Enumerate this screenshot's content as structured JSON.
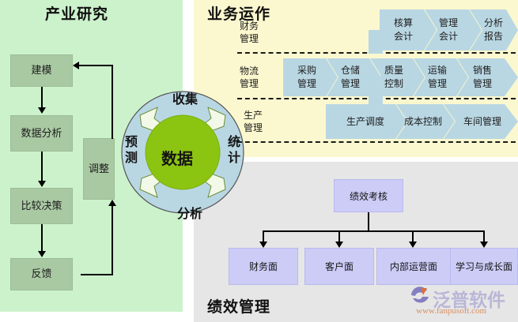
{
  "sections": {
    "industry": {
      "title": "产业研究",
      "bg": "#ccf2cc"
    },
    "business": {
      "title": "业务运作",
      "bg": "#fbf8cf"
    },
    "performance": {
      "title": "绩效管理",
      "bg": "#e6e6e6"
    }
  },
  "flow": {
    "boxes": [
      {
        "id": "model",
        "label": "建模"
      },
      {
        "id": "analysis",
        "label": "数据分析"
      },
      {
        "id": "compare",
        "label": "比较决策"
      },
      {
        "id": "feedback",
        "label": "反馈"
      }
    ],
    "adjust_label": "调整"
  },
  "cycle": {
    "center": "数据",
    "top": "收集",
    "right": "统计",
    "bottom": "分析",
    "left": "预测",
    "ring_color": "#b9d7e3",
    "core_color": "#8cc412"
  },
  "business_rows": [
    {
      "id": "finance",
      "label": "财务管理",
      "label_line1": "财务",
      "label_line2": "管理",
      "cells": [
        {
          "line1": "核算",
          "line2": "会计"
        },
        {
          "line1": "管理",
          "line2": "会计"
        },
        {
          "line1": "分析",
          "line2": "报告"
        }
      ]
    },
    {
      "id": "logistics",
      "label": "物流管理",
      "label_line1": "物流",
      "label_line2": "管理",
      "cells": [
        {
          "line1": "采购",
          "line2": "管理"
        },
        {
          "line1": "仓储",
          "line2": "管理"
        },
        {
          "line1": "质量",
          "line2": "控制"
        },
        {
          "line1": "运输",
          "line2": "管理"
        },
        {
          "line1": "销售",
          "line2": "管理"
        }
      ]
    },
    {
      "id": "production",
      "label": "生产管理",
      "label_line1": "生产",
      "label_line2": "管理",
      "cells": [
        {
          "line1": "生产调度",
          "line2": ""
        },
        {
          "line1": "成本控制",
          "line2": ""
        },
        {
          "line1": "车间管理",
          "line2": ""
        }
      ]
    }
  ],
  "performance": {
    "root": "绩效考核",
    "children": [
      {
        "label": "财务面"
      },
      {
        "label": "客户面"
      },
      {
        "label": "内部运营面"
      },
      {
        "label": "学习与成长面"
      }
    ],
    "box_color": "#ccccf7"
  },
  "watermark": {
    "brand": "泛普软件",
    "url": "www.fanpusoft.com"
  },
  "colors": {
    "chevron": "#b9d7e3",
    "flow_box": "#a9c9a3"
  }
}
